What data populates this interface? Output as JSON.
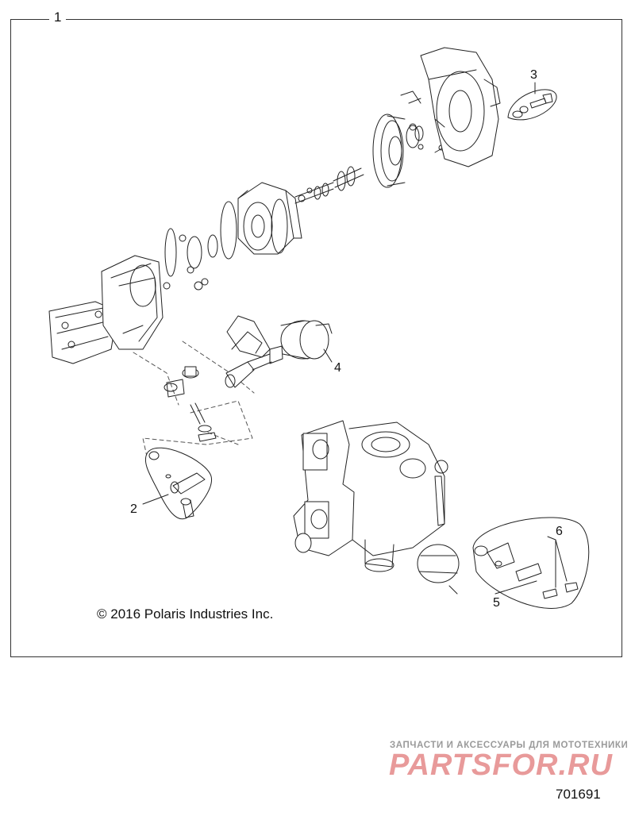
{
  "diagram": {
    "callouts": {
      "c1": "1",
      "c2": "2",
      "c3": "3",
      "c4": "4",
      "c5": "5",
      "c6": "6"
    },
    "copyright": "© 2016 Polaris Industries Inc.",
    "figure_number": "701691"
  },
  "watermark": {
    "tagline": "ЗАПЧАСТИ И АКСЕССУАРЫ ДЛЯ МОТОТЕХНИКИ",
    "logo": "PARTSFOR.RU"
  }
}
